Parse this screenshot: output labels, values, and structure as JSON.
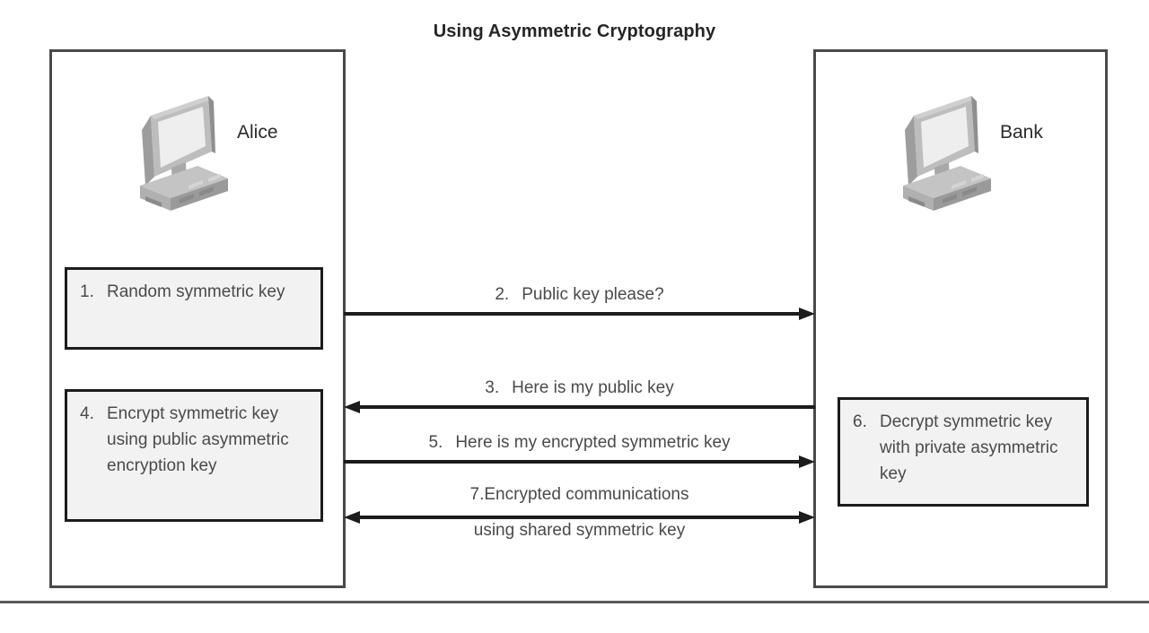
{
  "title": "Using Asymmetric Cryptography",
  "actors": [
    {
      "id": "alice",
      "label": "Alice",
      "icon": "desktop-computer-icon"
    },
    {
      "id": "bank",
      "label": "Bank",
      "icon": "desktop-computer-icon"
    }
  ],
  "steps": [
    {
      "num": "1.",
      "text": "Random symmetric key",
      "owner": "alice"
    },
    {
      "num": "4.",
      "text": "Encrypt symmetric key using public asymmetric encryption key",
      "owner": "alice"
    },
    {
      "num": "6.",
      "text": "Decrypt symmetric key with private asymmetric key",
      "owner": "bank"
    }
  ],
  "messages": [
    {
      "num": "2.",
      "text": "Public key please?",
      "direction": "right",
      "from": "alice",
      "to": "bank"
    },
    {
      "num": "3.",
      "text": "Here is my public key",
      "direction": "left",
      "from": "bank",
      "to": "alice"
    },
    {
      "num": "5.",
      "text": "Here is my encrypted symmetric key",
      "direction": "right",
      "from": "alice",
      "to": "bank"
    },
    {
      "num": "7.",
      "text": "Encrypted communications",
      "text_line2": "using shared symmetric key",
      "direction": "both",
      "from": "alice",
      "to": "bank"
    }
  ],
  "colors": {
    "panel_border": "#4a4a4a",
    "box_border": "#1c1c1c",
    "box_fill": "#f2f2f2",
    "text": "#4a4a4a",
    "title_text": "#262626",
    "arrow": "#1c1c1c",
    "rule": "#595959",
    "icon_gray": "#b4b4b4"
  }
}
